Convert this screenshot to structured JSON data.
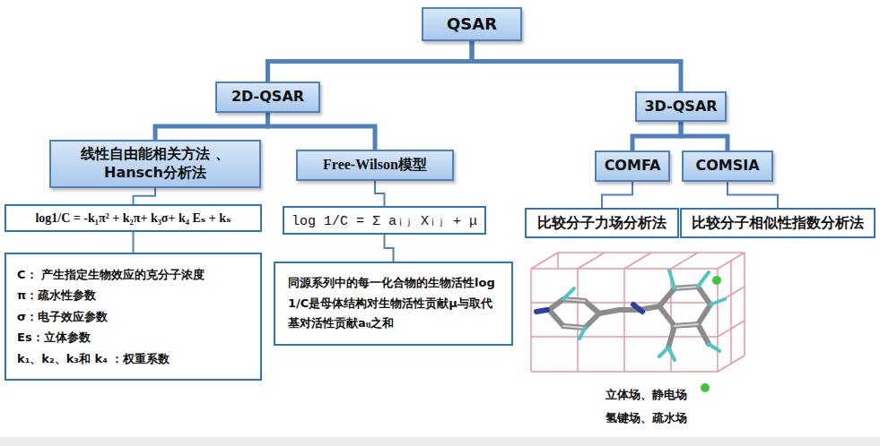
{
  "diagram": {
    "nodes": [
      {
        "text": [
          "QSAR"
        ]
      },
      {
        "text": [
          "2D-QSAR"
        ]
      },
      {
        "text": [
          "3D-QSAR"
        ]
      },
      {
        "text": [
          "线性自由能相关方法 、 Hansch分析法"
        ]
      },
      {
        "text": [
          "Free-Wilson模型"
        ]
      },
      {
        "text": [
          "COMFA"
        ]
      },
      {
        "text": [
          "COMSIA"
        ]
      },
      {
        "text": [
          "log1/C = -k₁π² + k₂π+ k₃σ+ k₄ Eₛ + kₛ"
        ]
      },
      {
        "text": [
          "log 1/C = Σ aᵢⱼ Xᵢⱼ + μ"
        ]
      },
      {
        "text": [
          "比较分子力场分析法"
        ]
      },
      {
        "text": [
          "比较分子相似性指数分析法"
        ]
      },
      {
        "text": [
          "C： 产生指定生物效应的克分子浓度",
          "π：疏水性参数",
          "σ：电子效应参数",
          "Es：立体参数",
          "k₁、k₂、k₃和 k₄ ：权重系数"
        ]
      },
      {
        "text": [
          "同源系列中的每一化合物的生物活性log 1/C是母体结构对生物活性贡献μ与取代基对活性贡献aᵢⱼ之和"
        ]
      }
    ],
    "edges": [
      {
        "from": 0,
        "to": 1,
        "arrow": "none"
      },
      {
        "from": 0,
        "to": 2,
        "arrow": "none"
      },
      {
        "from": 1,
        "to": 3,
        "arrow": "none"
      },
      {
        "from": 1,
        "to": 4,
        "arrow": "none"
      },
      {
        "from": 2,
        "to": 5,
        "arrow": "none"
      },
      {
        "from": 2,
        "to": 6,
        "arrow": "none"
      },
      {
        "from": 3,
        "to": 7,
        "arrow": "none"
      },
      {
        "from": 4,
        "to": 8,
        "arrow": "none"
      },
      {
        "from": 5,
        "to": 9,
        "arrow": "none"
      },
      {
        "from": 6,
        "to": 10,
        "arrow": "none"
      },
      {
        "from": 7,
        "to": 11,
        "arrow": "none"
      },
      {
        "from": 8,
        "to": 12,
        "arrow": "none"
      }
    ],
    "labels": [
      "立体场、静电场",
      "氢键场、疏水场"
    ]
  }
}
